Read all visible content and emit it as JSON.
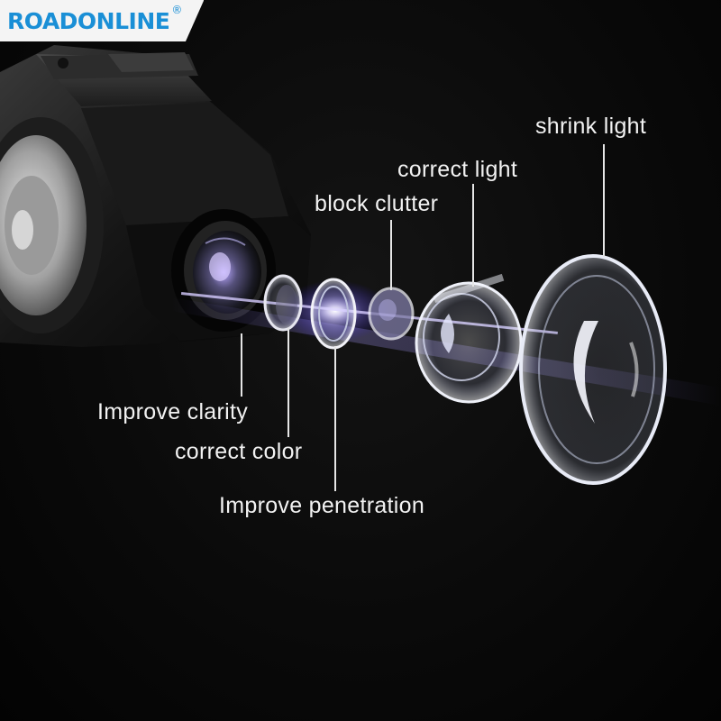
{
  "brand": {
    "name": "ROADONLINE",
    "registered": "®"
  },
  "lens_labels": {
    "shrink_light": "shrink light",
    "correct_light": "correct light",
    "block_clutter": "block clutter",
    "improve_clarity": "Improve clarity",
    "correct_color": "correct color",
    "improve_penetration": "Improve penetration"
  },
  "colors": {
    "brand": "#1a8fd6",
    "background": "#080808",
    "label_text": "#f2f2f2",
    "glow": "#7f6bff"
  }
}
